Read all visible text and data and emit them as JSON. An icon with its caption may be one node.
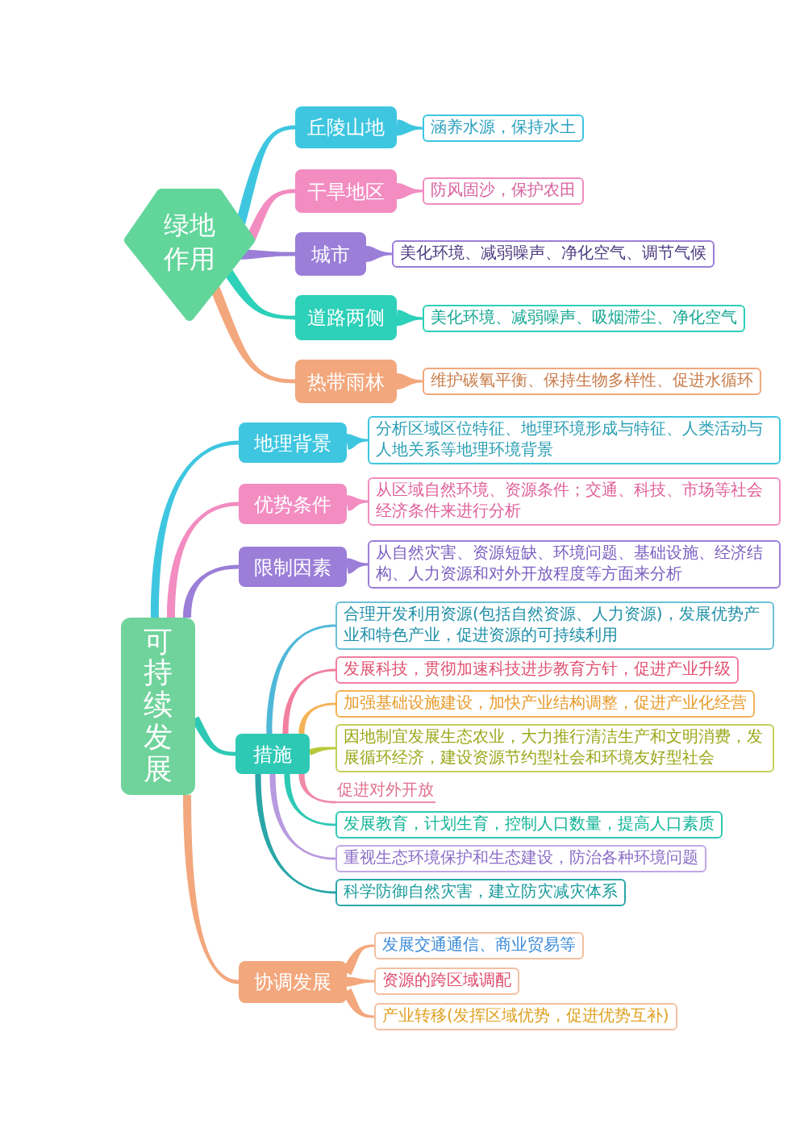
{
  "diagram": {
    "nodes": [
      {
        "text": [
          "绿地作用"
        ]
      },
      {
        "text": [
          "丘陵山地"
        ]
      },
      {
        "text": [
          "涵养水源，保持水土"
        ]
      },
      {
        "text": [
          "干旱地区"
        ]
      },
      {
        "text": [
          "防风固沙，保护农田"
        ]
      },
      {
        "text": [
          "城市"
        ]
      },
      {
        "text": [
          "美化环境、减弱噪声、净化空气、调节气候"
        ]
      },
      {
        "text": [
          "道路两侧"
        ]
      },
      {
        "text": [
          "美化环境、减弱噪声、吸烟滞尘、净化空气"
        ]
      },
      {
        "text": [
          "热带雨林"
        ]
      },
      {
        "text": [
          "维护碳氧平衡、保持生物多样性、促进水循环"
        ]
      },
      {
        "text": [
          "可持续发展"
        ]
      },
      {
        "text": [
          "地理背景"
        ]
      },
      {
        "text": [
          "分析区域区位特征、地理环境形成与特征、人类活动与人地关系等地理环境背景"
        ]
      },
      {
        "text": [
          "优势条件"
        ]
      },
      {
        "text": [
          "从区域自然环境、资源条件；交通、科技、市场等社会经济条件来进行分析"
        ]
      },
      {
        "text": [
          "限制因素"
        ]
      },
      {
        "text": [
          "从自然灾害、资源短缺、环境问题、基础设施、经济结构、人力资源和对外开放程度等方面来分析"
        ]
      },
      {
        "text": [
          "措施"
        ]
      },
      {
        "text": [
          "合理开发利用资源(包括自然资源、人力资源)，发展优势产业和特色产业，促进资源的可持续利用"
        ]
      },
      {
        "text": [
          "发展科技，贯彻加速科技进步教育方针，促进产业升级"
        ]
      },
      {
        "text": [
          "加强基础设施建设，加快产业结构调整，促进产业化经营"
        ]
      },
      {
        "text": [
          "因地制宜发展生态农业，大力推行清洁生产和文明消费，发展循环经济，建设资源节约型社会和环境友好型社会"
        ]
      },
      {
        "text": [
          "促进对外开放"
        ]
      },
      {
        "text": [
          "发展教育，计划生育，控制人口数量，提高人口素质"
        ]
      },
      {
        "text": [
          "重视生态环境保护和生态建设，防治各种环境问题"
        ]
      },
      {
        "text": [
          "科学防御自然灾害，建立防灾减灾体系"
        ]
      },
      {
        "text": [
          "协调发展"
        ]
      },
      {
        "text": [
          "发展交通通信、商业贸易等"
        ]
      },
      {
        "text": [
          "资源的跨区域调配"
        ]
      },
      {
        "text": [
          "产业转移(发挥区域优势，促进优势互补)"
        ]
      }
    ],
    "edges": [
      {
        "from": 0,
        "to": 1,
        "arrow": "none",
        "color": "#3ec6e0"
      },
      {
        "from": 0,
        "to": 3,
        "arrow": "none",
        "color": "#f28cc1"
      },
      {
        "from": 0,
        "to": 5,
        "arrow": "none",
        "color": "#9a7ed8"
      },
      {
        "from": 0,
        "to": 7,
        "arrow": "none",
        "color": "#2dd0b8"
      },
      {
        "from": 0,
        "to": 9,
        "arrow": "none",
        "color": "#f3a77c"
      },
      {
        "from": 1,
        "to": 2,
        "arrow": "none",
        "color": "#3ec6e0"
      },
      {
        "from": 3,
        "to": 4,
        "arrow": "none",
        "color": "#f28cc1"
      },
      {
        "from": 5,
        "to": 6,
        "arrow": "none",
        "color": "#9a7ed8"
      },
      {
        "from": 7,
        "to": 8,
        "arrow": "none",
        "color": "#2dd0b8"
      },
      {
        "from": 9,
        "to": 10,
        "arrow": "none",
        "color": "#f3a77c"
      },
      {
        "from": 11,
        "to": 12,
        "arrow": "none",
        "color": "#3ec6e0"
      },
      {
        "from": 11,
        "to": 14,
        "arrow": "none",
        "color": "#f28cc1"
      },
      {
        "from": 11,
        "to": 16,
        "arrow": "none",
        "color": "#9a7ed8"
      },
      {
        "from": 11,
        "to": 18,
        "arrow": "none",
        "color": "#2ec9b5"
      },
      {
        "from": 11,
        "to": 27,
        "arrow": "none",
        "color": "#f3a77c"
      },
      {
        "from": 12,
        "to": 13,
        "arrow": "none",
        "color": "#3ec6e0"
      },
      {
        "from": 14,
        "to": 15,
        "arrow": "none",
        "color": "#f28cc1"
      },
      {
        "from": 16,
        "to": 17,
        "arrow": "none",
        "color": "#9a7ed8"
      },
      {
        "from": 18,
        "to": 19,
        "arrow": "none",
        "color": "#4fb8d8"
      },
      {
        "from": 18,
        "to": 20,
        "arrow": "none",
        "color": "#f27fa0"
      },
      {
        "from": 18,
        "to": 21,
        "arrow": "none",
        "color": "#f5b256"
      },
      {
        "from": 18,
        "to": 22,
        "arrow": "none",
        "color": "#b6c93a"
      },
      {
        "from": 18,
        "to": 23,
        "arrow": "none",
        "color": "#f08aa8"
      },
      {
        "from": 18,
        "to": 24,
        "arrow": "none",
        "color": "#2ec9b5"
      },
      {
        "from": 18,
        "to": 25,
        "arrow": "none",
        "color": "#b89ae0"
      },
      {
        "from": 18,
        "to": 26,
        "arrow": "none",
        "color": "#2aa6a8"
      },
      {
        "from": 27,
        "to": 28,
        "arrow": "none",
        "color": "#f3a77c"
      },
      {
        "from": 27,
        "to": 29,
        "arrow": "none",
        "color": "#f3a77c"
      },
      {
        "from": 27,
        "to": 30,
        "arrow": "none",
        "color": "#f3a77c"
      }
    ]
  }
}
